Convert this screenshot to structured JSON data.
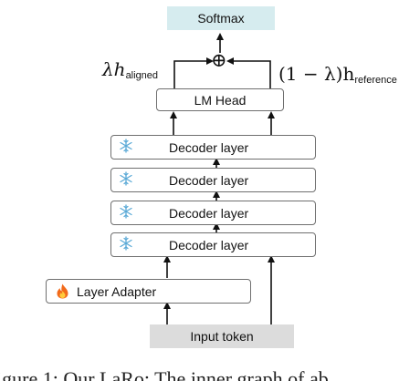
{
  "diagram": {
    "softmax": {
      "label": "Softmax",
      "color": "#d6ecef"
    },
    "combine_symbol": "⊕",
    "left_term": {
      "symbol": "λh",
      "subscript": "aligned"
    },
    "right_term": {
      "symbol": "(1 − λ)h",
      "subscript": "reference"
    },
    "lm_head": {
      "label": "LM Head"
    },
    "decoder_layers": [
      {
        "label": "Decoder layer",
        "icon": "snowflake-icon"
      },
      {
        "label": "Decoder layer",
        "icon": "snowflake-icon"
      },
      {
        "label": "Decoder layer",
        "icon": "snowflake-icon"
      },
      {
        "label": "Decoder layer",
        "icon": "snowflake-icon"
      }
    ],
    "layer_adapter": {
      "label": "Layer Adapter",
      "icon": "fire-icon"
    },
    "input_token": {
      "label": "Input token",
      "color": "#dcdcdc"
    }
  },
  "caption_partial": "igure 1: Our LaRo: The inner graph of ab"
}
